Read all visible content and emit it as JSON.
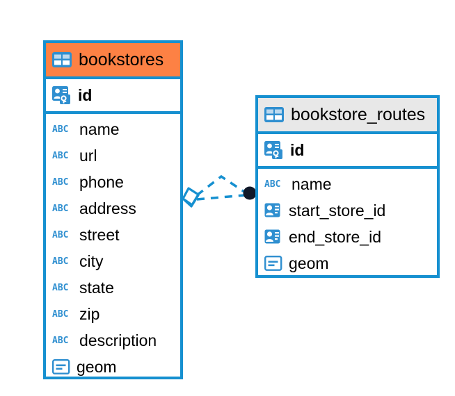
{
  "diagram": {
    "type": "entity-relationship-diagram",
    "colors": {
      "border_blue": "#1690d0",
      "header_orange": "#fd8144",
      "header_gray": "#e8e8e8",
      "icon_blue": "#2f8fd0",
      "connector_blue": "#1690d0",
      "connector_endpoint_dark": "#101828"
    },
    "entities": [
      {
        "name": "bookstores",
        "header_style": "orange",
        "table_icon": "table-grid-icon",
        "primary_keys": [
          {
            "label": "id",
            "icon": "primary-key-card-icon"
          }
        ],
        "fields": [
          {
            "label": "name",
            "icon": "abc-text-icon"
          },
          {
            "label": "url",
            "icon": "abc-text-icon"
          },
          {
            "label": "phone",
            "icon": "abc-text-icon"
          },
          {
            "label": "address",
            "icon": "abc-text-icon"
          },
          {
            "label": "street",
            "icon": "abc-text-icon"
          },
          {
            "label": "city",
            "icon": "abc-text-icon"
          },
          {
            "label": "state",
            "icon": "abc-text-icon"
          },
          {
            "label": "zip",
            "icon": "abc-text-icon"
          },
          {
            "label": "description",
            "icon": "abc-text-icon"
          },
          {
            "label": "geom",
            "icon": "geometry-icon"
          }
        ]
      },
      {
        "name": "bookstore_routes",
        "header_style": "gray",
        "table_icon": "table-grid-icon",
        "primary_keys": [
          {
            "label": "id",
            "icon": "primary-key-card-icon"
          }
        ],
        "fields": [
          {
            "label": "name",
            "icon": "abc-text-icon"
          },
          {
            "label": "start_store_id",
            "icon": "foreign-key-card-icon"
          },
          {
            "label": "end_store_id",
            "icon": "foreign-key-card-icon"
          },
          {
            "label": "geom",
            "icon": "geometry-icon"
          }
        ]
      }
    ],
    "relationship": {
      "source_entity": "bookstores",
      "target_entity": "bookstore_routes",
      "line_style": "dashed",
      "source_endpoint": "open-diamond",
      "target_endpoint": "filled-circle",
      "connector_count": 2
    },
    "icon_labels": {
      "abc_text": "ABC"
    }
  }
}
